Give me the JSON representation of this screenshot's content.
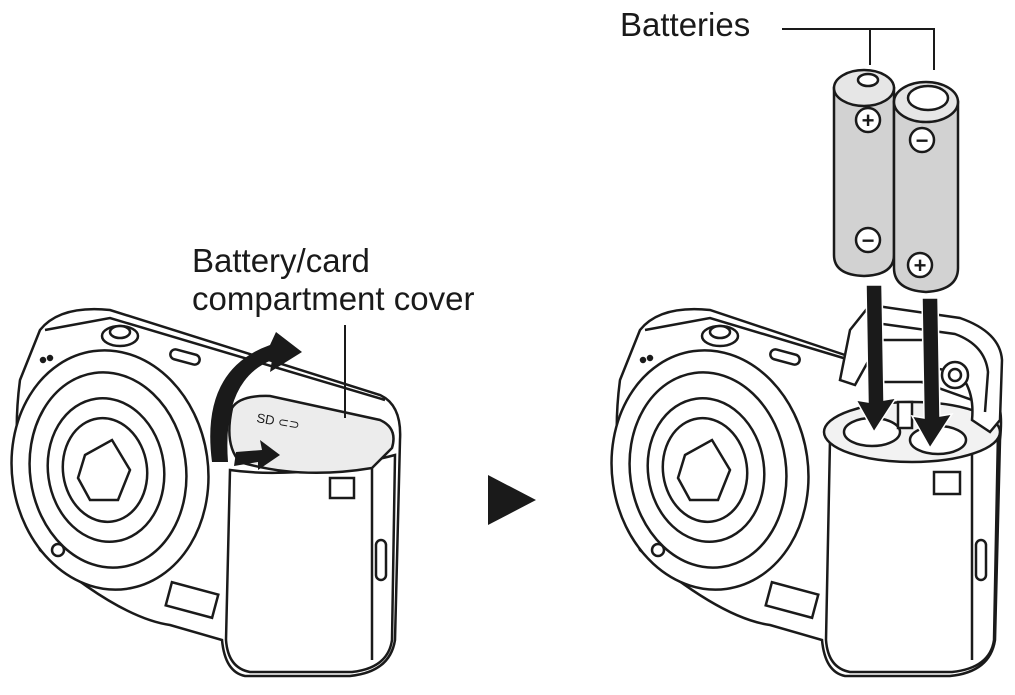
{
  "labels": {
    "batteries": "Batteries",
    "cover_line1": "Battery/card",
    "cover_line2": "compartment cover"
  },
  "battery_marks": {
    "plus": "+",
    "minus": "−"
  },
  "icons": {
    "step_arrow": "play-triangle-icon",
    "open_arrow": "curved-arrow-icon",
    "insert_arrow": "down-arrow-icon"
  },
  "colors": {
    "line": "#1a1a1a",
    "battery_fill": "#cfcfcf",
    "camera_fill": "#ffffff",
    "shade": "#e8e8e8"
  }
}
